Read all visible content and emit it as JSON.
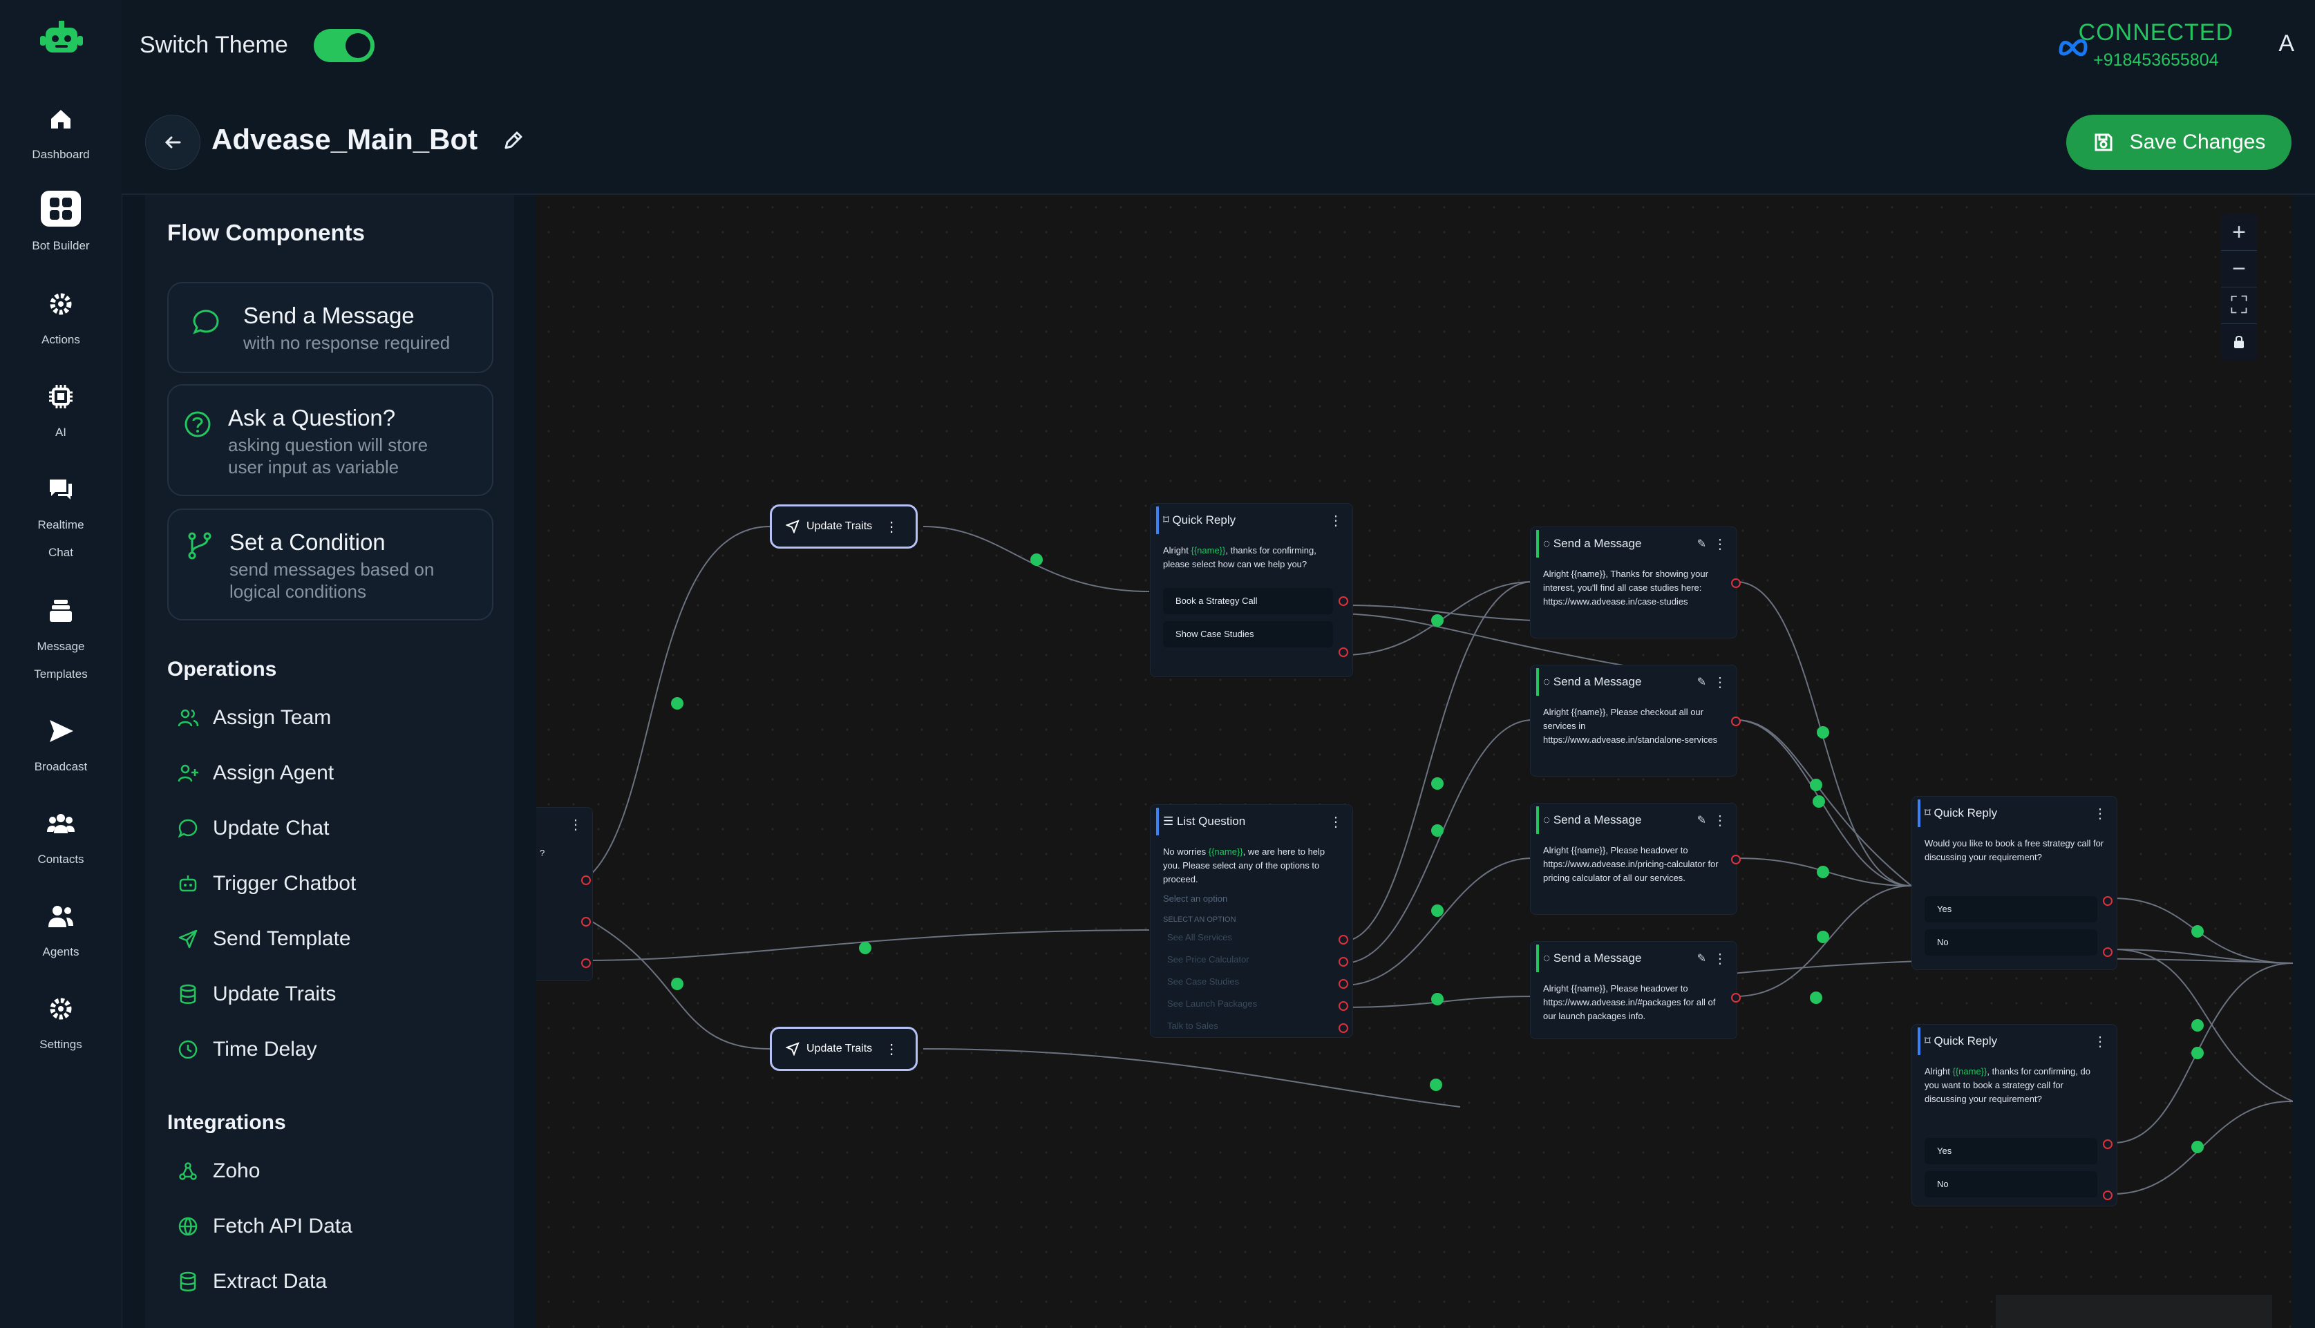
{
  "sidebar": {
    "logo": "robot-logo-icon",
    "items": [
      {
        "icon": "home-icon",
        "label": "Dashboard"
      },
      {
        "icon": "grid-icon",
        "label": "Bot Builder"
      },
      {
        "icon": "gear-icon",
        "label": "Actions"
      },
      {
        "icon": "chip-icon",
        "label": "AI"
      },
      {
        "icon": "chat-icon",
        "label": "Realtime",
        "label2": "Chat"
      },
      {
        "icon": "stack-icon",
        "label": "Message",
        "label2": "Templates"
      },
      {
        "icon": "send-icon",
        "label": "Broadcast"
      },
      {
        "icon": "users-icon",
        "label": "Contacts"
      },
      {
        "icon": "agents-icon",
        "label": "Agents"
      },
      {
        "icon": "gear-icon",
        "label": "Settings"
      }
    ]
  },
  "topbar": {
    "switch_label": "Switch Theme",
    "status": "CONNECTED",
    "phone": "+918453655804",
    "avatar": "A",
    "accent": "#22c55e"
  },
  "header": {
    "bot_name": "Advease_Main_Bot",
    "save_label": "Save Changes"
  },
  "panel": {
    "title": "Flow Components",
    "cards": [
      {
        "title": "Send a Message",
        "sub": "with no response required"
      },
      {
        "title": "Ask a Question?",
        "sub": "asking question will store",
        "sub2": "user input as variable"
      },
      {
        "title": "Set a Condition",
        "sub": "send messages based on",
        "sub2": "logical conditions"
      }
    ],
    "operations_title": "Operations",
    "operations": [
      "Assign Team",
      "Assign Agent",
      "Update Chat",
      "Trigger Chatbot",
      "Send Template",
      "Update Traits",
      "Time Delay"
    ],
    "integrations_title": "Integrations",
    "integrations": [
      "Zoho",
      "Fetch API Data",
      "Extract Data"
    ]
  },
  "canvas": {
    "trait_label": "Update Traits",
    "qr1": {
      "title": "Quick Reply",
      "pre": "Alright ",
      "var": "{{name}}",
      "post": ", thanks for confirming, please select how can we help you?",
      "opt1": "Book a Strategy Call",
      "opt2": "Show Case Studies"
    },
    "lq": {
      "title": "List Question",
      "pre": "No worries ",
      "var": "{{name}}",
      "post": ", we are here to help you. Please select any of the options to proceed.",
      "placeholder": "Select an option",
      "section": "SELECT AN OPTION",
      "options": [
        "See All Services",
        "See Price Calculator",
        "See Case Studies",
        "See Launch Packages",
        "Talk to Sales"
      ]
    },
    "send_title": "Send a Message",
    "msgs": [
      "Alright {{name}}, Thanks for showing your interest, you'll find all case studies here: https://www.advease.in/case-studies",
      "Alright {{name}}, Please checkout all our services in https://www.advease.in/standalone-services",
      "Alright {{name}}, Please headover to https://www.advease.in/pricing-calculator for pricing calculator of all our services.",
      "Alright {{name}}, Please headover to https://www.advease.in/#packages for all of our launch packages info."
    ],
    "qr2": {
      "title": "Quick Reply",
      "text": "Would you like to book a free strategy call for discussing your requirement?",
      "yes": "Yes",
      "no": "No"
    },
    "qr3": {
      "title": "Quick Reply",
      "pre": "Alright ",
      "var": "{{name}}",
      "post": ", thanks for confirming, do you want to book a strategy call for discussing your requirement?",
      "yes": "Yes",
      "no": "No"
    },
    "partial_text": "?"
  }
}
